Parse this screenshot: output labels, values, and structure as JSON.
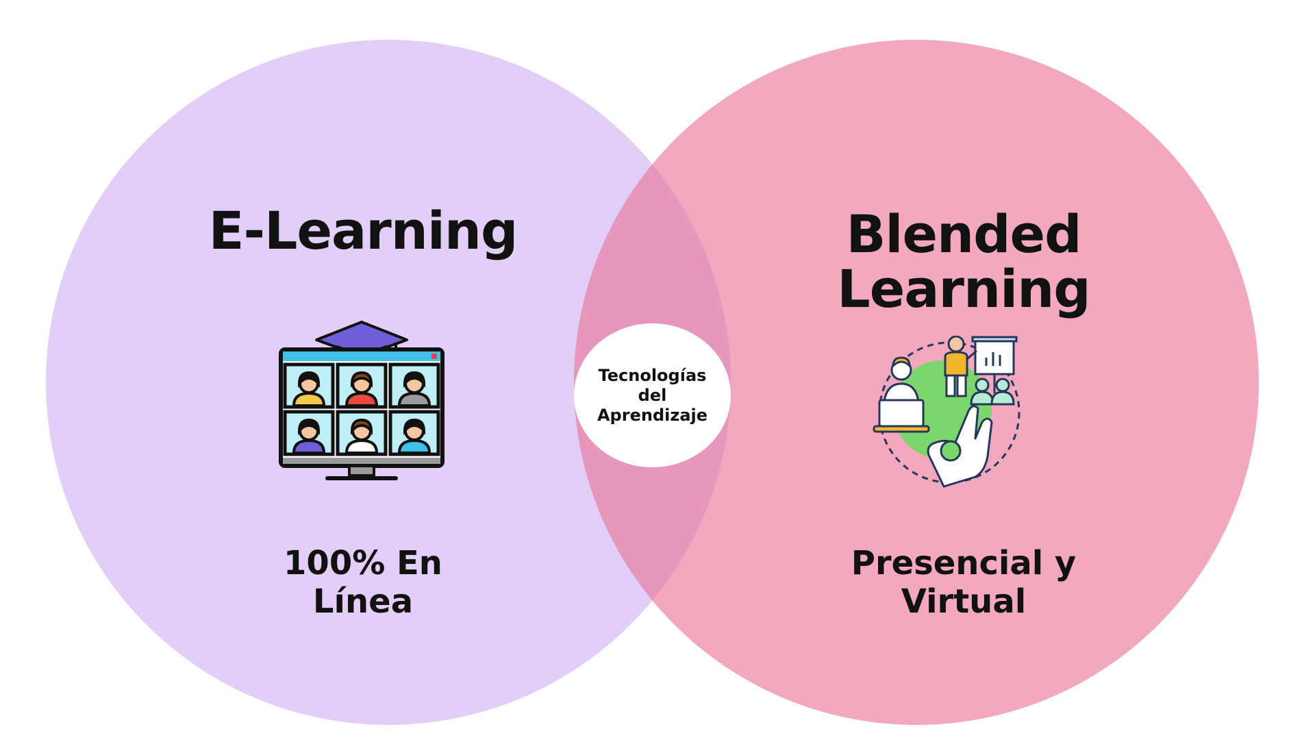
{
  "diagram": {
    "type": "venn",
    "center_label": "Tecnologías\ndel\nAprendizaje",
    "left": {
      "title": "E-Learning",
      "caption": "100% En\nLínea",
      "icon": "online-class-monitor-icon",
      "color": "#e2cef7"
    },
    "right": {
      "title": "Blended\nLearning",
      "caption": "Presencial y\nVirtual",
      "icon": "blended-learning-icon",
      "color": "#f2a9bf"
    },
    "overlap_color": "#e597bd"
  }
}
